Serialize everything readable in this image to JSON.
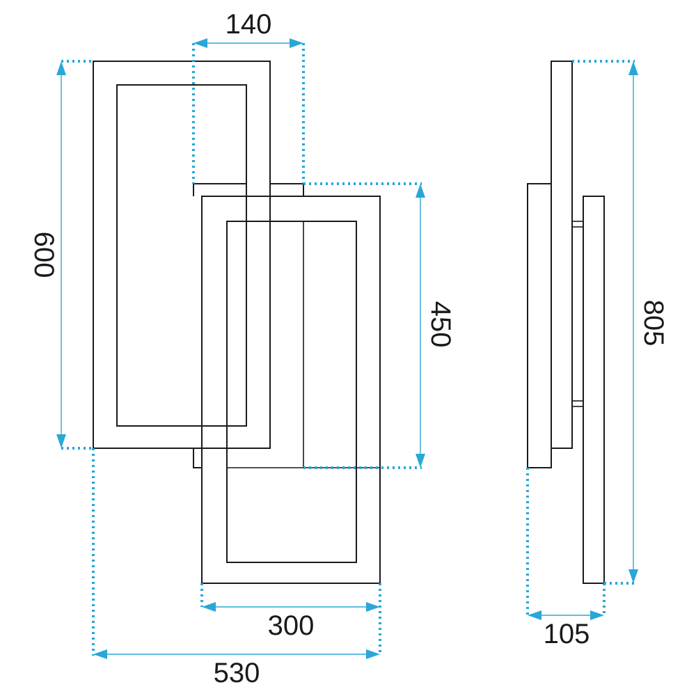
{
  "front_view": {
    "dim_top_width": "140",
    "dim_left_height": "600",
    "dim_right_height": "450",
    "dim_bottom_inner_width": "300",
    "dim_bottom_total_width": "530"
  },
  "side_view": {
    "dim_total_height": "805",
    "dim_depth": "105"
  },
  "colors": {
    "outline": "#1a1a1a",
    "dimension": "#2aa7d6",
    "background": "#ffffff"
  }
}
